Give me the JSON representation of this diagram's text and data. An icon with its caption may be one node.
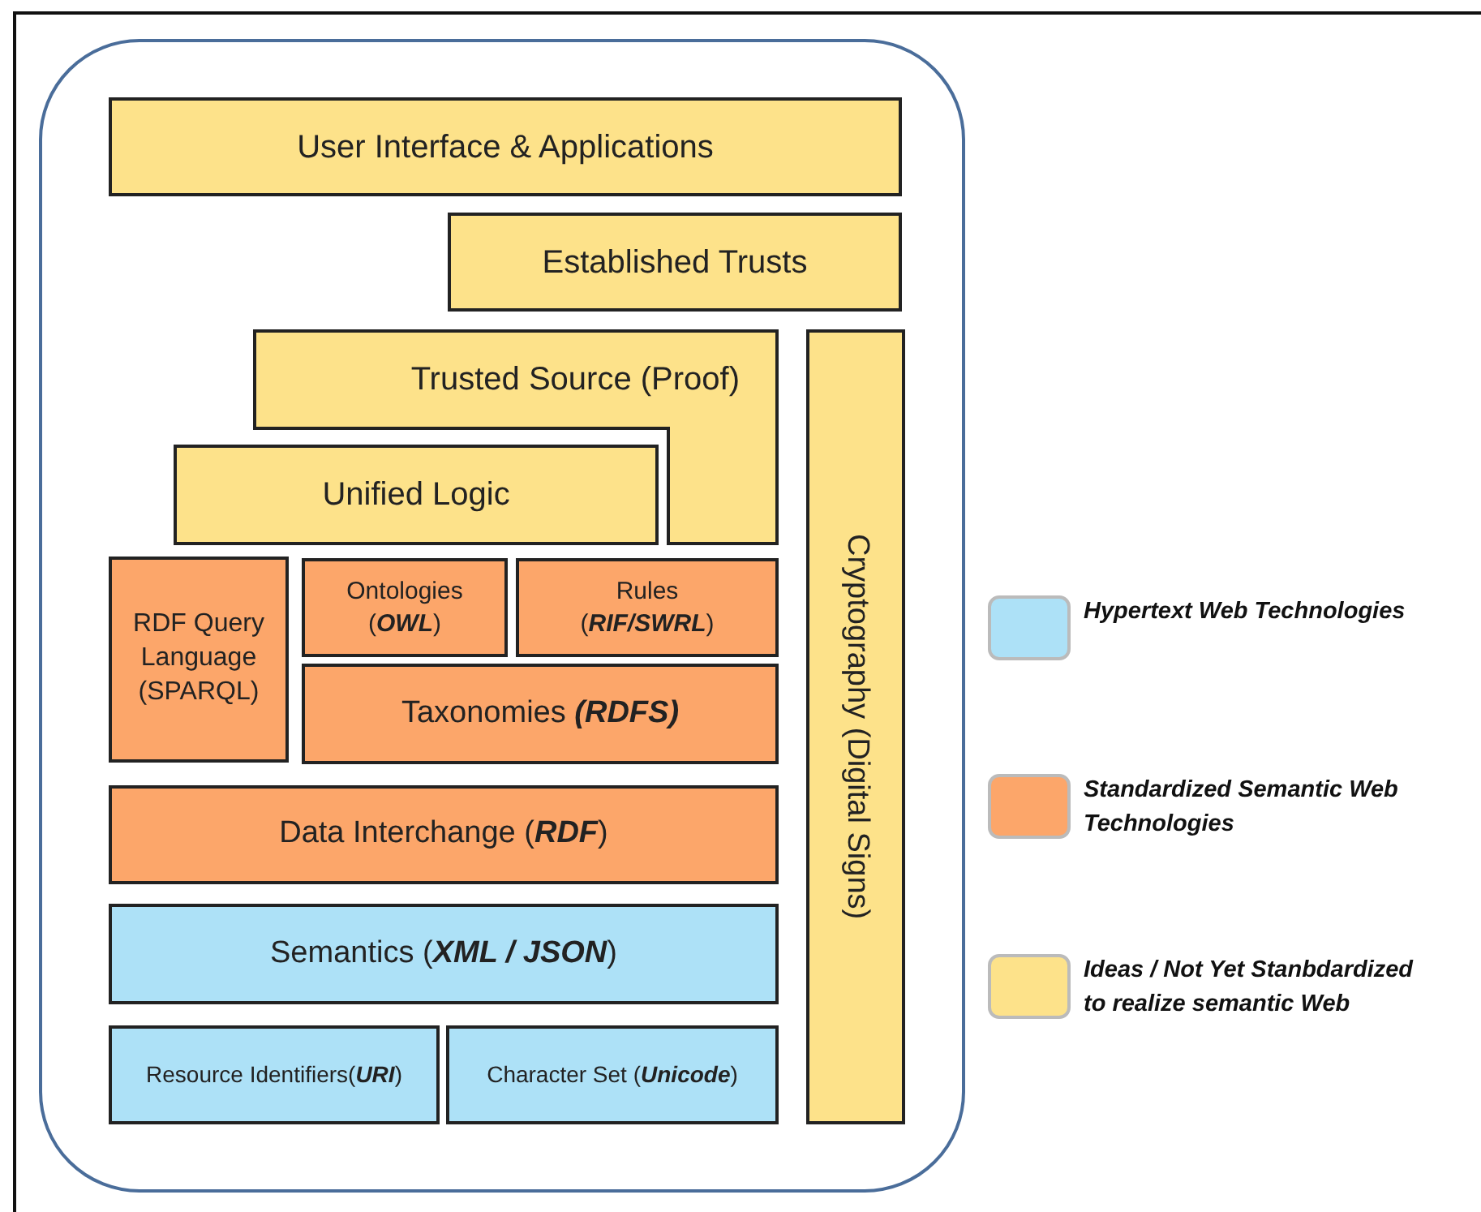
{
  "diagram": {
    "nodes": [
      {
        "text": [],
        "shape": "box"
      },
      {
        "text": [
          "User Interface & Applications"
        ],
        "in": 0
      },
      {
        "text": [
          "Established Trusts"
        ],
        "in": 0
      },
      {
        "text": [
          "Trusted Source (Proof)"
        ],
        "in": 0
      },
      {
        "text": [
          "Unified Logic"
        ],
        "in": 0
      },
      {
        "text": [
          "RDF Query Language (SPARQL)"
        ],
        "in": 0
      },
      {
        "text": [
          "Ontologies (**OWL**)"
        ],
        "in": 0
      },
      {
        "text": [
          "Rules (**RIF/SWRL**)"
        ],
        "in": 0
      },
      {
        "text": [
          "Taxonomies **(RDFS)**"
        ],
        "in": 0
      },
      {
        "text": [
          "Data Interchange (**RDF**)"
        ],
        "in": 0
      },
      {
        "text": [
          "Semantics (**XML / JSON**)"
        ],
        "in": 0
      },
      {
        "text": [
          "Resource Identifiers(**URI**)"
        ],
        "in": 0
      },
      {
        "text": [
          "Character Set (**Unicode**)"
        ],
        "in": 0
      },
      {
        "text": [
          "Cryptography (Digital Signs)"
        ],
        "in": 0
      }
    ],
    "legend": [
      {
        "text": "Hypertext Web Technologies",
        "color": "#ade1f7"
      },
      {
        "text": "Standardized Semantic Web Technologies",
        "color": "#fca66a"
      },
      {
        "text": "Ideas / Not Yet Stanbdardized to realize semantic Web",
        "color": "#fde28a"
      }
    ]
  }
}
